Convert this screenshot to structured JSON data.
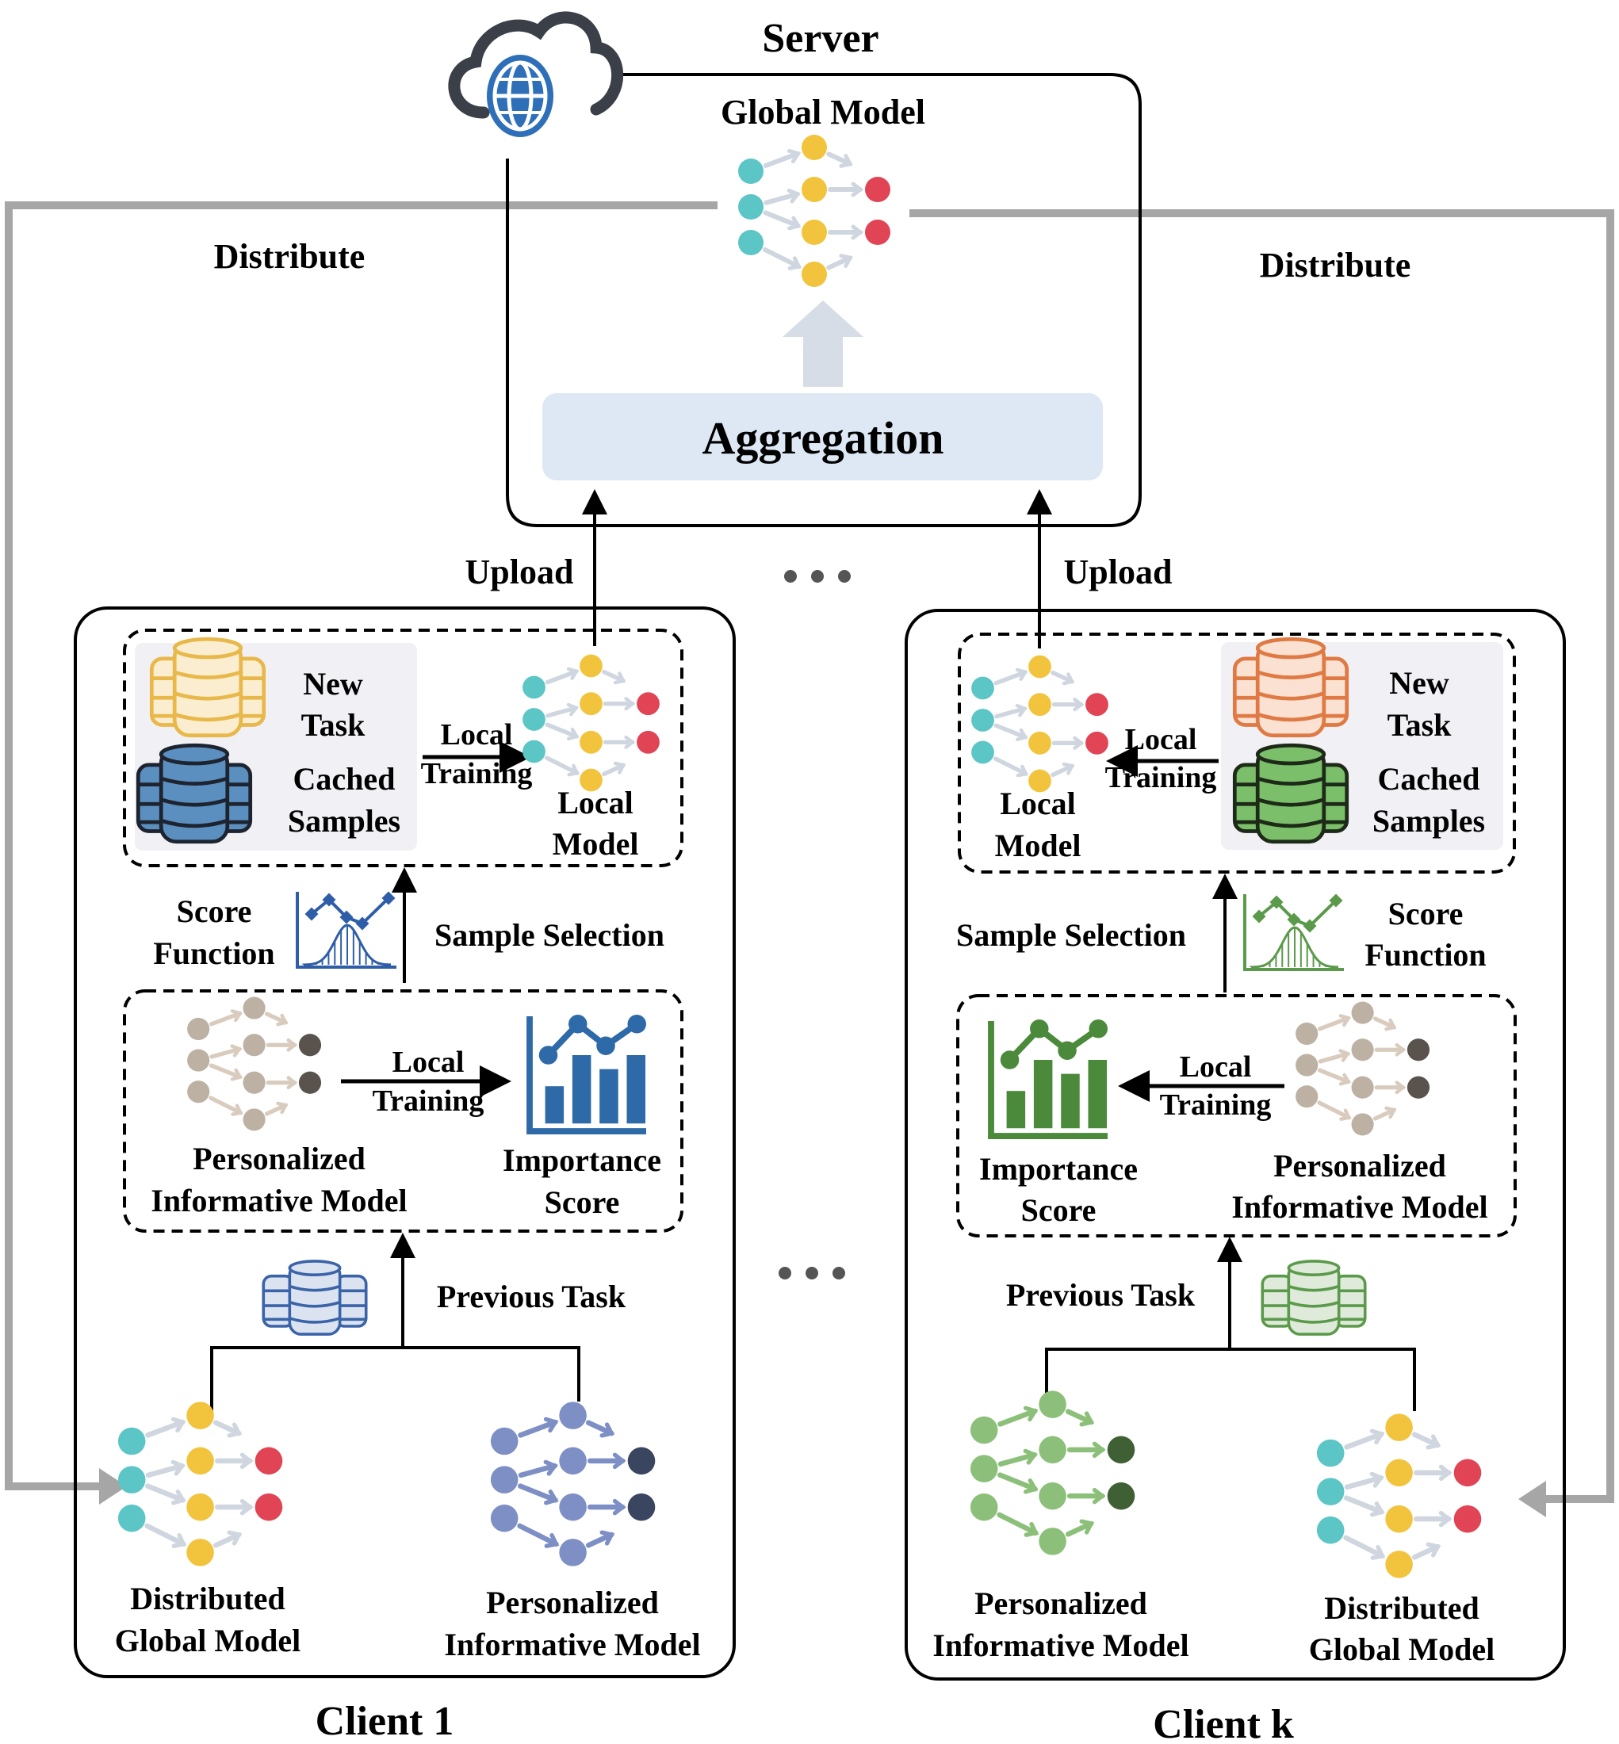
{
  "title": "Federated continual learning framework: Server and Clients",
  "server": {
    "title": "Server",
    "global_model_label": "Global Model",
    "aggregation_label": "Aggregation",
    "icon": "cloud-globe-icon"
  },
  "flows": {
    "distribute_left": "Distribute",
    "distribute_right": "Distribute",
    "upload_left": "Upload",
    "upload_right": "Upload",
    "ellipsis": "• • •"
  },
  "clients": [
    {
      "name": "Client 1",
      "new_task": [
        "New",
        "Task"
      ],
      "cached_samples": [
        "Cached",
        "Samples"
      ],
      "local_training": [
        "Local",
        "Training"
      ],
      "local_model": [
        "Local",
        "Model"
      ],
      "score_function": [
        "Score",
        "Function"
      ],
      "sample_selection": "Sample Selection",
      "personalized_model": [
        "Personalized",
        "Informative Model"
      ],
      "importance_score": [
        "Importance",
        "Score"
      ],
      "previous_task": "Previous Task",
      "distributed_global_model": [
        "Distributed",
        "Global Model"
      ],
      "bottom_personalized_model": [
        "Personalized",
        "Informative Model"
      ],
      "colors": {
        "new_task_db": "#e8b84a",
        "cached_db": "#5b8fbf",
        "score_chart": "#2f5ea8",
        "importance_chart": "#2e6aa8",
        "previous_task_db": "#3a63a8",
        "personalized_nodes": "#7d8fc4",
        "personalized_out": "#3a4560"
      }
    },
    {
      "name": "Client k",
      "new_task": [
        "New",
        "Task"
      ],
      "cached_samples": [
        "Cached",
        "Samples"
      ],
      "local_training": [
        "Local",
        "Training"
      ],
      "local_model": [
        "Local",
        "Model"
      ],
      "score_function": [
        "Score",
        "Function"
      ],
      "sample_selection": "Sample Selection",
      "personalized_model": [
        "Personalized",
        "Informative Model"
      ],
      "importance_score": [
        "Importance",
        "Score"
      ],
      "previous_task": "Previous Task",
      "distributed_global_model": [
        "Distributed",
        "Global Model"
      ],
      "bottom_personalized_model": [
        "Personalized",
        "Informative Model"
      ],
      "colors": {
        "new_task_db": "#e07a45",
        "cached_db": "#7cbf6a",
        "score_chart": "#5a9a4a",
        "importance_chart": "#4a8a3a",
        "previous_task_db": "#5a9a4a",
        "personalized_nodes": "#8cc07a",
        "personalized_out": "#3f5f34"
      }
    }
  ],
  "palette": {
    "global_input": "#5cc5c6",
    "global_hidden": "#f2c43d",
    "global_output": "#e04455",
    "global_arrow": "#cfd6df",
    "informative_nodes": "#bdb1a3",
    "informative_out": "#5a524c",
    "aggregation_fill": "#dde8f4",
    "up_arrow": "#d6dde6",
    "flow_gray": "#a6a6a6",
    "db_panel": "#f1f0f5",
    "cloud": "#3a3f48",
    "globe": "#2e6fb8"
  }
}
